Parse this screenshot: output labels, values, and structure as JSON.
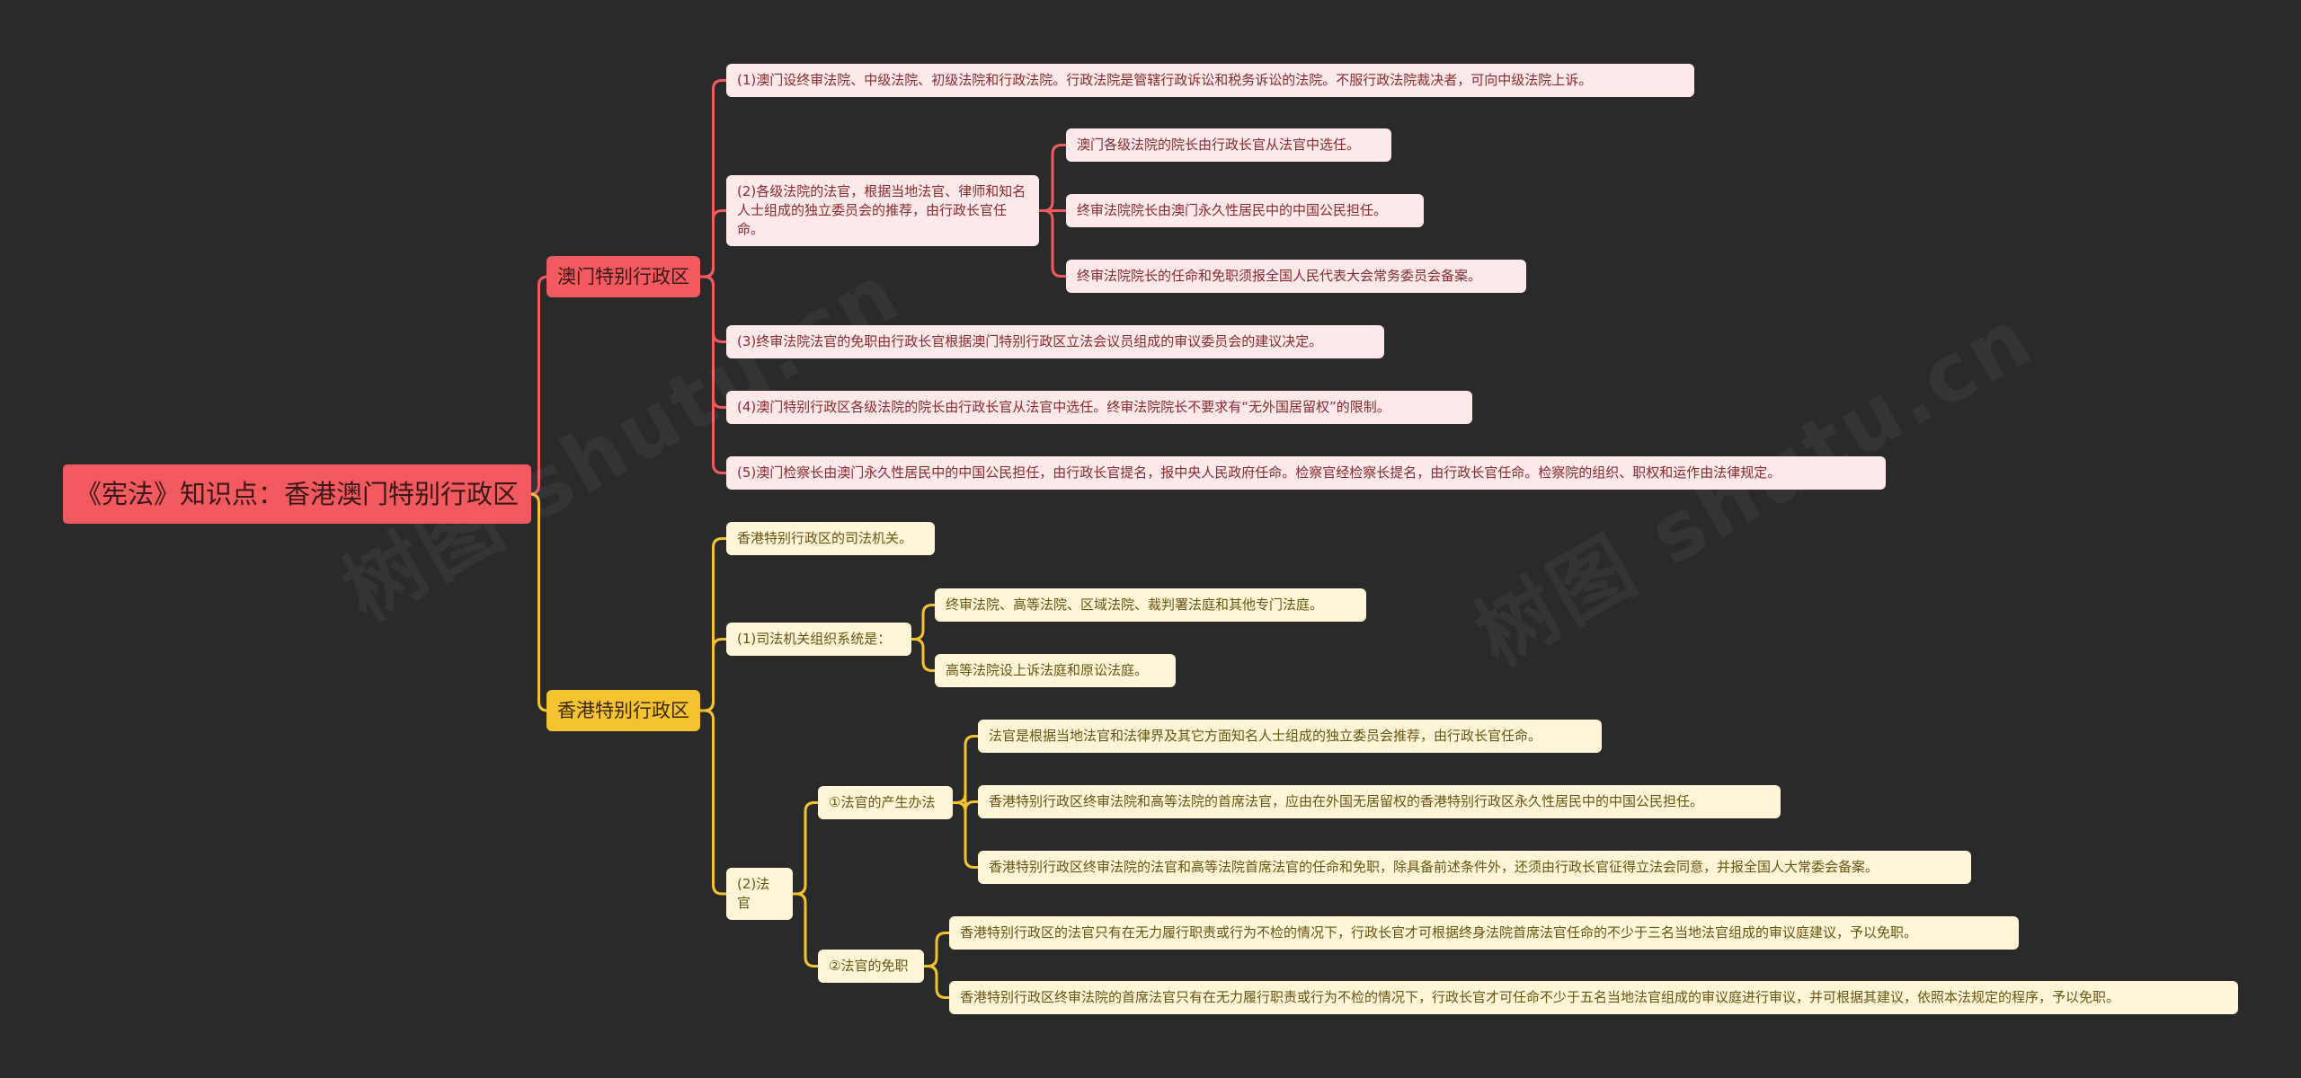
{
  "colors": {
    "background": "#2a2a2a",
    "macau": "#f25a5f",
    "macau_leaf_bg": "#fde9ea",
    "macau_text": "#8c2a2f",
    "hongkong": "#f5c330",
    "hongkong_leaf_bg": "#fff6d9",
    "hongkong_text": "#6b5312"
  },
  "watermarks": [
    "树图 shutu.cn",
    "树图 shutu.cn"
  ],
  "root": {
    "text": "《宪法》知识点：香港澳门特别行政区"
  },
  "macau": {
    "label": "澳门特别行政区",
    "items": {
      "m1": "(1)澳门设终审法院、中级法院、初级法院和行政法院。行政法院是管辖行政诉讼和税务诉讼的法院。不服行政法院裁决者，可向中级法院上诉。",
      "m2": "(2)各级法院的法官，根据当地法官、律师和知名人士组成的独立委员会的推荐，由行政长官任命。",
      "m2a": "澳门各级法院的院长由行政长官从法官中选任。",
      "m2b": "终审法院院长由澳门永久性居民中的中国公民担任。",
      "m2c": "终审法院院长的任命和免职须报全国人民代表大会常务委员会备案。",
      "m3": "(3)终审法院法官的免职由行政长官根据澳门特别行政区立法会议员组成的审议委员会的建议决定。",
      "m4": "(4)澳门特别行政区各级法院的院长由行政长官从法官中选任。终审法院院长不要求有“无外国居留权”的限制。",
      "m5": "(5)澳门检察长由澳门永久性居民中的中国公民担任，由行政长官提名，报中央人民政府任命。检察官经检察长提名，由行政长官任命。检察院的组织、职权和运作由法律规定。"
    }
  },
  "hongkong": {
    "label": "香港特别行政区",
    "items": {
      "h0": "香港特别行政区的司法机关。",
      "h1": "(1)司法机关组织系统是：",
      "h1a": "终审法院、高等法院、区域法院、裁判署法庭和其他专门法庭。",
      "h1b": "高等法院设上诉法庭和原讼法庭。",
      "h2": "(2)法官",
      "h2a": "①法官的产生办法",
      "h2a1": "法官是根据当地法官和法律界及其它方面知名人士组成的独立委员会推荐，由行政长官任命。",
      "h2a2": "香港特别行政区终审法院和高等法院的首席法官，应由在外国无居留权的香港特别行政区永久性居民中的中国公民担任。",
      "h2a3": "香港特别行政区终审法院的法官和高等法院首席法官的任命和免职，除具备前述条件外，还须由行政长官征得立法会同意，并报全国人大常委会备案。",
      "h2b": "②法官的免职",
      "h2b1": "香港特别行政区的法官只有在无力履行职责或行为不检的情况下，行政长官才可根据终身法院首席法官任命的不少于三名当地法官组成的审议庭建议，予以免职。",
      "h2b2": "香港特别行政区终审法院的首席法官只有在无力履行职责或行为不检的情况下，行政长官才可任命不少于五名当地法官组成的审议庭进行审议，并可根据其建议，依照本法规定的程序，予以免职。"
    }
  }
}
